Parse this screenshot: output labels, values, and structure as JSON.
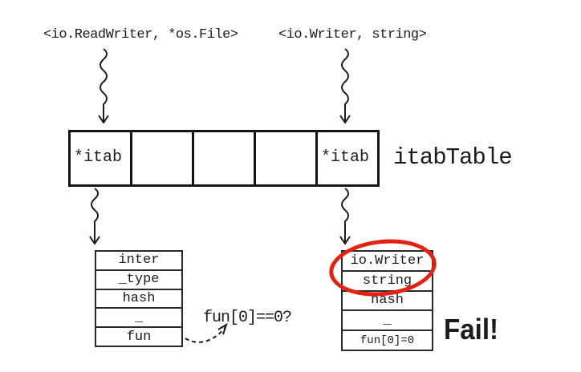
{
  "colors": {
    "ink": "#1c1c1c",
    "highlight_red": "#e32213",
    "background": "#ffffff"
  },
  "keys": {
    "readwriter_file": "<io.ReadWriter, *os.File>",
    "writer_string": "<io.Writer, string>"
  },
  "itab_table": {
    "label": "itabTable",
    "cells": [
      "*itab",
      "",
      "",
      "",
      "*itab"
    ]
  },
  "itab_left": {
    "rows": [
      "inter",
      "_type",
      "hash",
      "_",
      "fun"
    ]
  },
  "itab_right": {
    "rows": [
      "io.Writer",
      "string",
      "hash",
      "_",
      "fun[0]=0"
    ],
    "circled_rows": [
      0,
      1
    ]
  },
  "annotations": {
    "fun_check": "fun[0]==0?",
    "fail": "Fail!"
  },
  "icons": {
    "wavy_arrow_down": "vertical squiggle with down arrowhead",
    "dashed_curved_arrow": "dashed curve with up-right arrowhead",
    "red_ellipse_highlight": "red ellipse outline"
  }
}
